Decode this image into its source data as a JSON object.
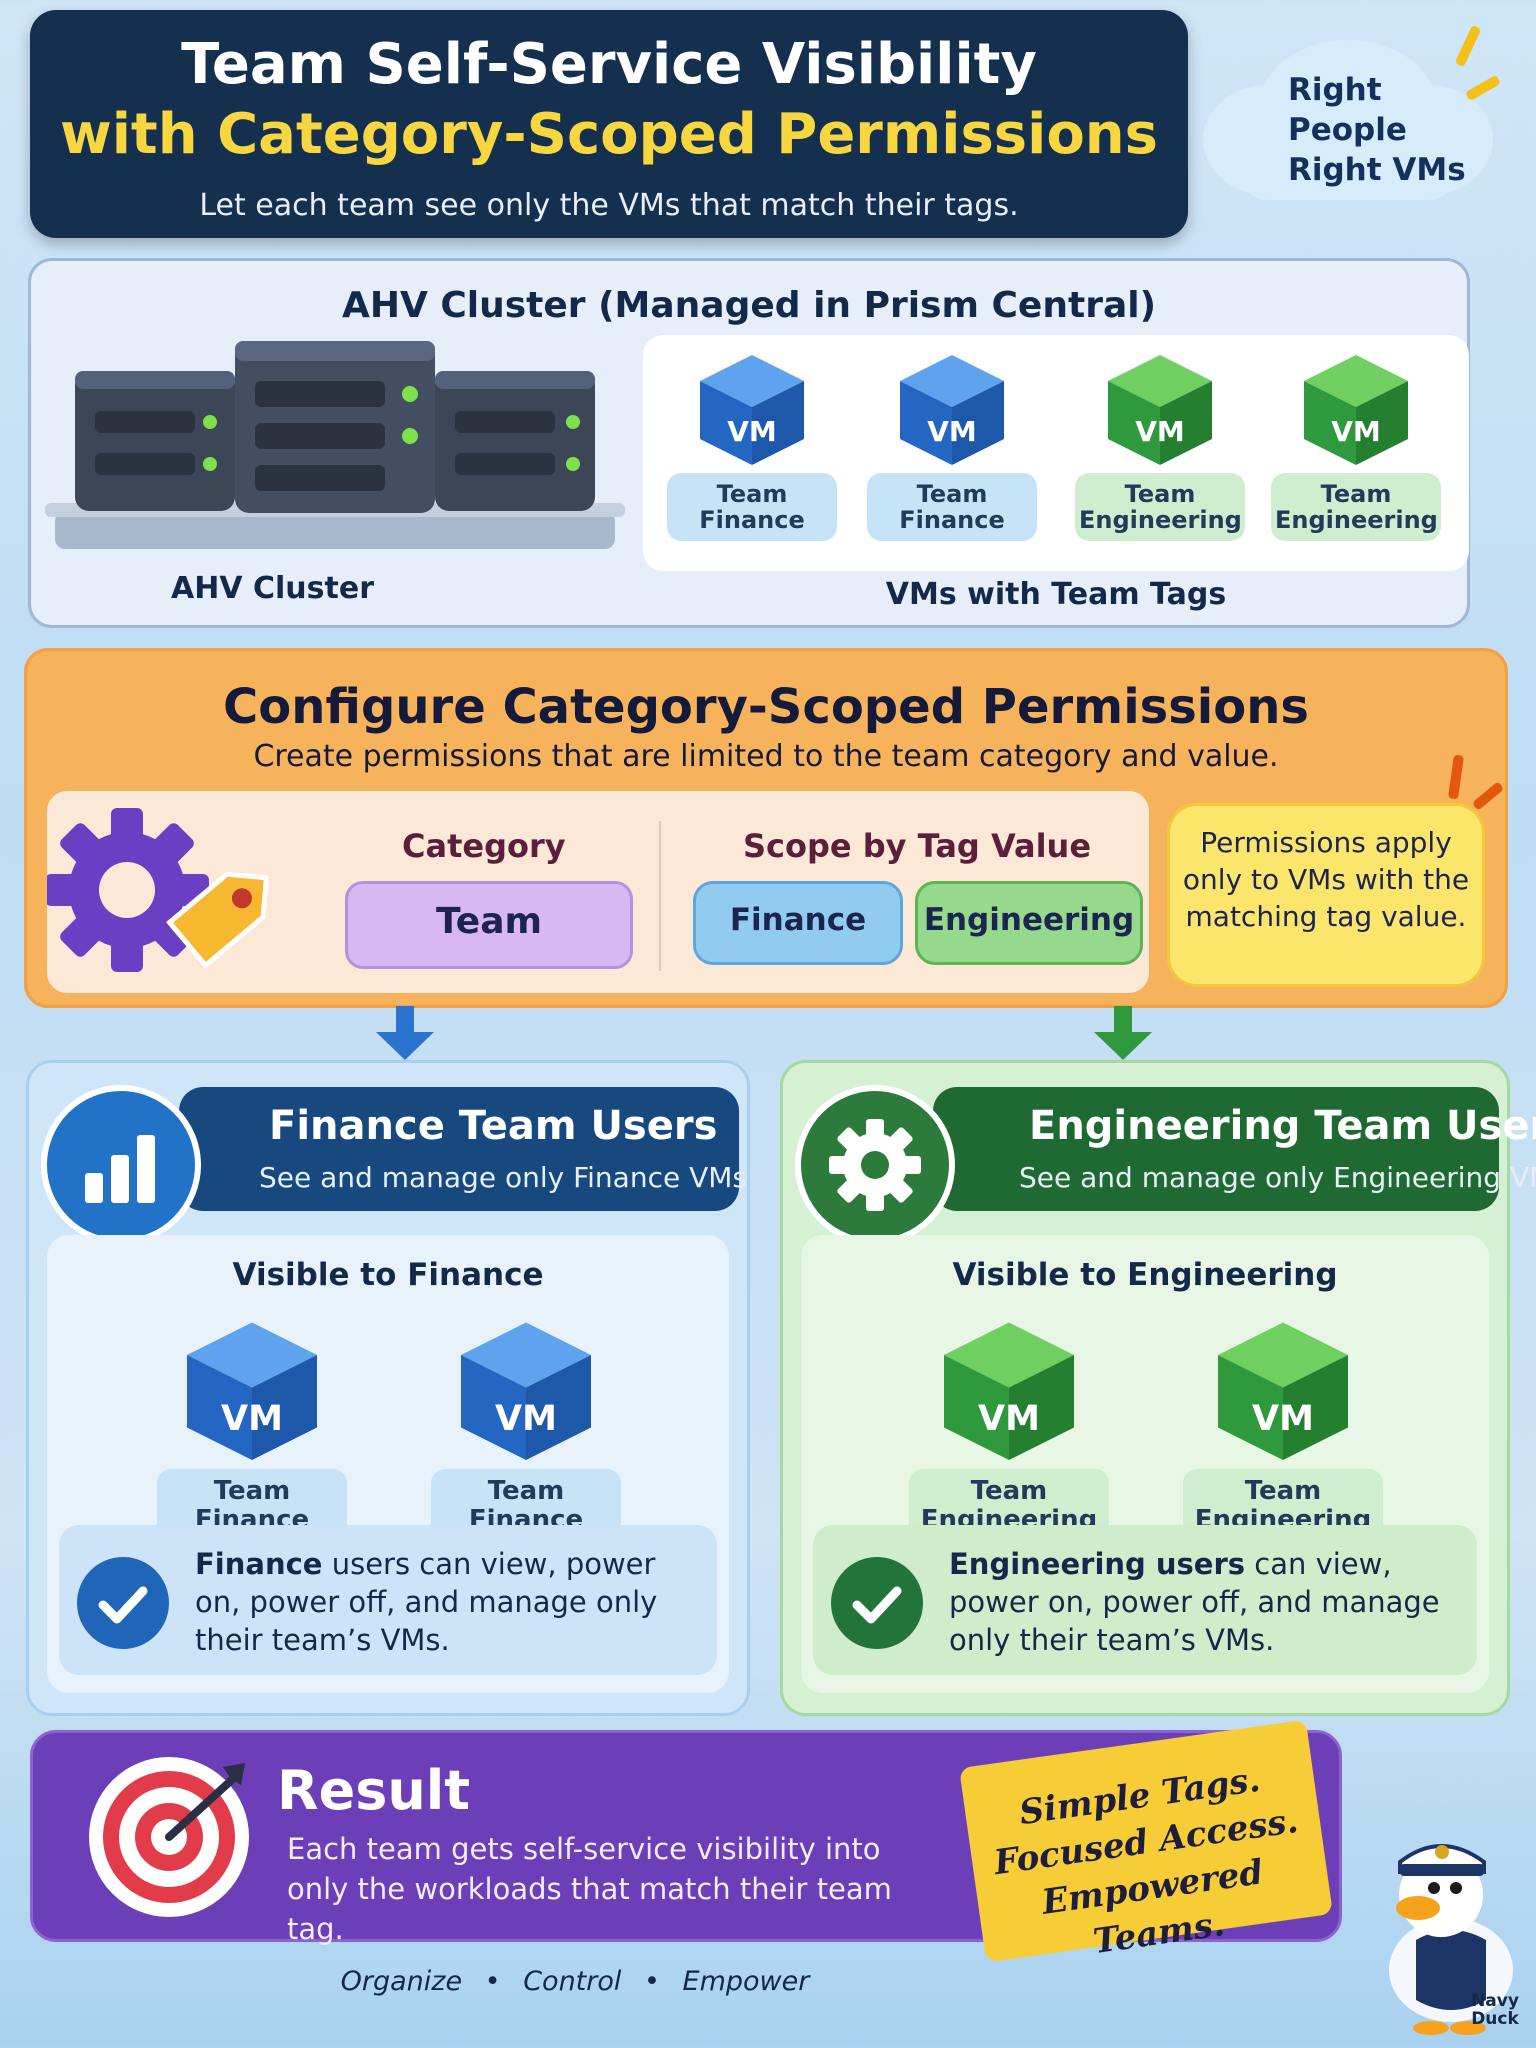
{
  "header": {
    "title_line1": "Team Self-Service Visibility",
    "title_line2": "with Category-Scoped Permissions",
    "subtitle": "Let each team see only the VMs that match their tags.",
    "cloud_lines": [
      "Right",
      "People",
      "Right VMs"
    ]
  },
  "cluster": {
    "title": "AHV Cluster (Managed in Prism Central)",
    "server_label": "AHV Cluster",
    "vms_label": "VMs with Team Tags",
    "vms": [
      {
        "label": "VM",
        "tag_line1": "Team",
        "tag_line2": "Finance",
        "color": "#2a74d0"
      },
      {
        "label": "VM",
        "tag_line1": "Team",
        "tag_line2": "Finance",
        "color": "#2a74d0"
      },
      {
        "label": "VM",
        "tag_line1": "Team",
        "tag_line2": "Engineering",
        "color": "#2f9a3d"
      },
      {
        "label": "VM",
        "tag_line1": "Team",
        "tag_line2": "Engineering",
        "color": "#2f9a3d"
      }
    ]
  },
  "config": {
    "title": "Configure Category-Scoped Permissions",
    "subtitle": "Create permissions that are limited to the team category and value.",
    "category_label": "Category",
    "category_value": "Team",
    "scope_label": "Scope by Tag Value",
    "scope_values": [
      "Finance",
      "Engineering"
    ],
    "note": "Permissions apply only to VMs with the matching tag value."
  },
  "finance": {
    "title": "Finance Team Users",
    "subtitle": "See and manage only Finance VMs",
    "visible_label": "Visible to Finance",
    "vms": [
      {
        "label": "VM",
        "tag_line1": "Team",
        "tag_line2": "Finance"
      },
      {
        "label": "VM",
        "tag_line1": "Team",
        "tag_line2": "Finance"
      }
    ],
    "perm_bold": "Finance",
    "perm_rest": " users can view, power on, power off, and manage only their team’s VMs."
  },
  "engineering": {
    "title": "Engineering Team Users",
    "subtitle": "See and manage only Engineering VMs",
    "visible_label": "Visible to Engineering",
    "vms": [
      {
        "label": "VM",
        "tag_line1": "Team",
        "tag_line2": "Engineering"
      },
      {
        "label": "VM",
        "tag_line1": "Team",
        "tag_line2": "Engineering"
      }
    ],
    "perm_bold": "Engineering users",
    "perm_rest": " can view, power on, power off, and manage only their team’s VMs."
  },
  "result": {
    "title": "Result",
    "text": "Each team gets self-service visibility into only the workloads that match their team tag.",
    "stamp_lines": [
      "Simple Tags.",
      "Focused Access.",
      "Empowered Teams."
    ]
  },
  "footer": {
    "items": [
      "Organize",
      "Control",
      "Empower"
    ],
    "separator": "•"
  },
  "mascot": {
    "label_line1": "Navy",
    "label_line2": "Duck"
  },
  "colors": {
    "navy": "#152f4f",
    "yellow": "#f7d640",
    "finance_blue": "#2a74d0",
    "engineering_green": "#2f9a3d",
    "orange": "#f6b35c",
    "purple": "#6c3fb8"
  }
}
